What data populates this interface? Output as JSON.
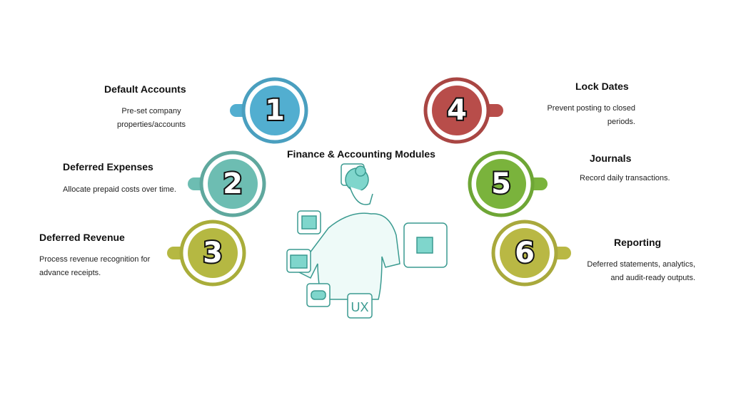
{
  "title": "Finance & Accounting Modules",
  "steps": [
    {
      "num": "1",
      "title": "Default Accounts",
      "desc": [
        "Pre-set company",
        "properties/accounts"
      ],
      "color": "#52aed0"
    },
    {
      "num": "2",
      "title": "Deferred Expenses",
      "desc": [
        "Allocate prepaid costs over time."
      ],
      "color": "#6dbdb2"
    },
    {
      "num": "3",
      "title": "Deferred Revenue",
      "desc": [
        "Process revenue recognition for",
        "advance receipts."
      ],
      "color": "#b5b842"
    },
    {
      "num": "4",
      "title": "Lock Dates",
      "desc": [
        "Prevent posting to closed",
        "periods."
      ],
      "color": "#b84d4a"
    },
    {
      "num": "5",
      "title": "Journals",
      "desc": [
        "Record daily transactions."
      ],
      "color": "#7ab33c"
    },
    {
      "num": "6",
      "title": "Reporting",
      "desc": [
        "Deferred statements, analytics,",
        "and audit-ready outputs."
      ],
      "color": "#b9b844"
    }
  ],
  "icons": {
    "ux_label": "UX"
  }
}
